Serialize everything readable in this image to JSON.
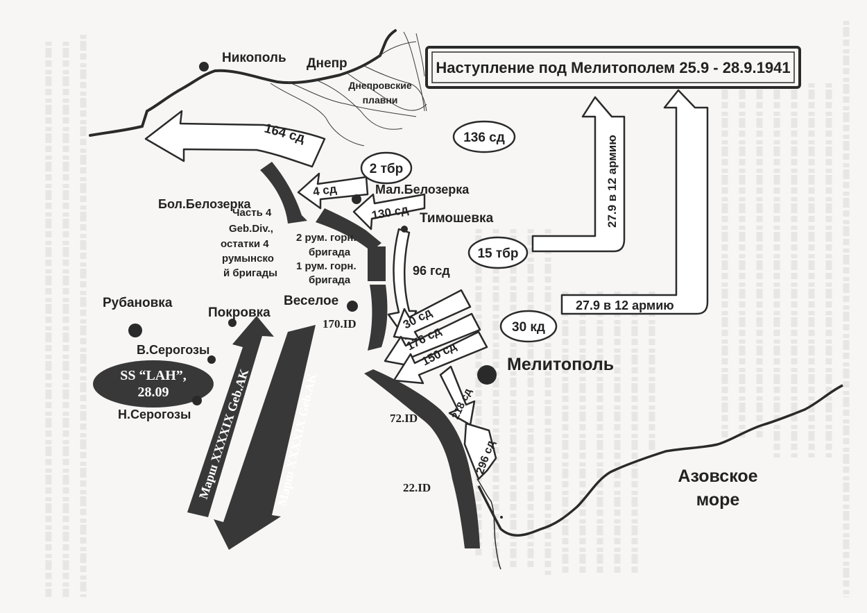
{
  "title": "Наступление под Мелитополем 25.9 - 28.9.1941",
  "places": {
    "nikopol": "Никополь",
    "dnepr": "Днепр",
    "plavni": [
      "Днепровские",
      "плавни"
    ],
    "mal_belozerka": "Мал.Белозерка",
    "bol_belozerka": "Бол.Белозерка",
    "timoshevka": "Тимошевка",
    "rubanovka": "Рубановка",
    "pokrovka": "Покровка",
    "veseloe": "Веселое",
    "v_serogozy": "В.Серогозы",
    "n_serogozy": "Н.Серогозы",
    "melitopol": "Мелитополь",
    "azov_sea": [
      "Азовское",
      "море"
    ]
  },
  "soviet_units": {
    "sd136": "136 сд",
    "tbr2": "2 тбр",
    "tbr15": "15 тбр",
    "kd30": "30 кд",
    "sd164": "164 сд",
    "sd4": "4 сд",
    "sd130": "130 сд",
    "gsd96": "96 гсд",
    "sd30": "30 сд",
    "sd176": "176 сд",
    "sd150": "150 сд",
    "sd218": "218 сд",
    "sd296": "296 сд",
    "to12a_vertical": "27.9 в 12 армию",
    "to12a_horizontal": "27.9 в 12 армию"
  },
  "axis_units": {
    "geb_div_note": [
      "Часть 4",
      "Geb.Div.,",
      "остатки 4",
      "румынско",
      "й бригады"
    ],
    "rom_brigades": [
      "2 рум. горн.",
      "бригада",
      "1 рум. горн.",
      "бригада"
    ],
    "id170": "170.ID",
    "id72": "72.ID",
    "id22": "22.ID",
    "lah": [
      "SS “LAH”,",
      "28.09"
    ],
    "march1": "Марш XXXXIX Geb.AK",
    "march2": "Марш XXXXIX Geb.AK"
  },
  "colors": {
    "paper": "#f7f6f4",
    "ink": "#2a2a2a",
    "front": "#383838"
  }
}
